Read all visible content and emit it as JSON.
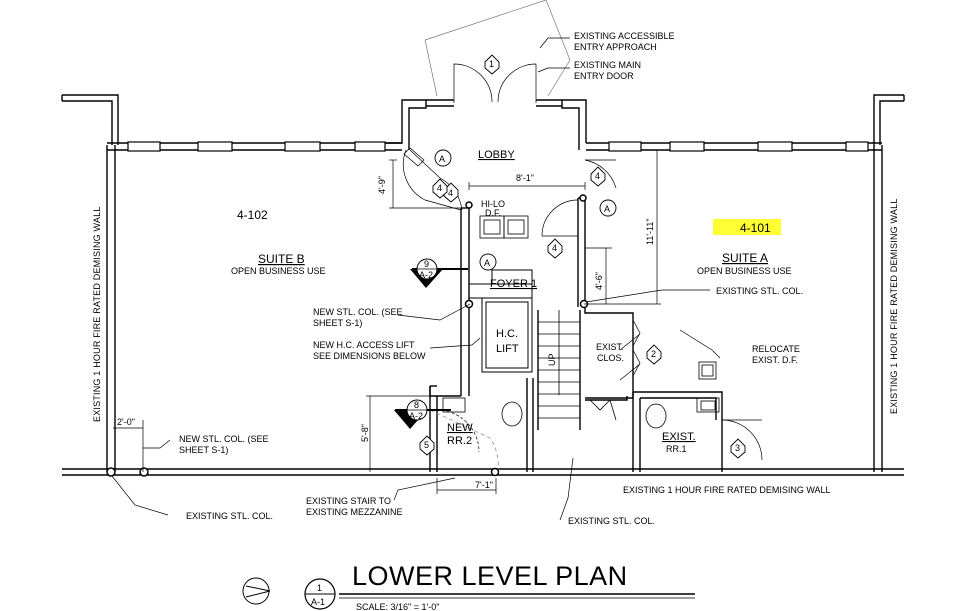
{
  "sheet": {
    "title": "LOWER LEVEL PLAN",
    "title_ref_number": "1",
    "title_ref_sheet": "A-1",
    "scale_text": "SCALE: 3/16\" = 1'-0\""
  },
  "rooms": {
    "suite_b_number": "4-102",
    "suite_b_name": "SUITE B",
    "suite_b_use": "OPEN BUSINESS USE",
    "suite_a_number": "4-101",
    "suite_a_name": "SUITE A",
    "suite_a_use": "OPEN BUSINESS USE",
    "lobby": "LOBBY",
    "foyer": "FOYER 1",
    "lift": [
      "H.C.",
      "LIFT"
    ],
    "closet": [
      "EXIST.",
      "CLOS."
    ],
    "rr1": [
      "EXIST.",
      "RR.1"
    ],
    "rr2": [
      "NEW",
      "RR.2"
    ],
    "hilo_df": [
      "HI-LO",
      "D.F."
    ],
    "stair_up": "UP"
  },
  "notes": {
    "entry_approach": [
      "EXISTING ACCESSIBLE",
      "ENTRY APPROACH"
    ],
    "entry_door": [
      "EXISTING MAIN",
      "ENTRY DOOR"
    ],
    "stl_col_right": "EXISTING STL. COL.",
    "relocate_df": [
      "RELOCATE",
      "EXIST. D.F."
    ],
    "new_col_mid": [
      "NEW STL. COL. (SEE",
      "SHEET S-1)"
    ],
    "new_lift": [
      "NEW H.C. ACCESS LIFT",
      "SEE DIMENSIONS BELOW"
    ],
    "new_col_left": [
      "NEW STL. COL. (SEE",
      "SHEET S-1)"
    ],
    "existing_col_left": "EXISTING STL. COL.",
    "existing_stair": [
      "EXISTING STAIR TO",
      "EXISTING MEZZANINE"
    ],
    "existing_col_bottom": "EXISTING STL. COL.",
    "demising_wall_bottom": "EXISTING 1 HOUR FIRE RATED DEMISING WALL",
    "demising_wall_left": "EXISTING 1 HOUR FIRE RATED DEMISING WALL",
    "demising_wall_right": "EXISTING 1 HOUR FIRE RATED DEMISING WALL"
  },
  "dimensions": {
    "lobby_width": "8'-1\"",
    "lobby_depth": "4'-9\"",
    "suite_a_depth": "11'-11\"",
    "foyer_depth": "4'-6\"",
    "rr2_depth": "5'-8\"",
    "left_offset": "2'-0\"",
    "rr2_width": "7'-1\""
  },
  "door_tags": [
    "1",
    "4",
    "4",
    "4",
    "4",
    "2",
    "5",
    "3"
  ],
  "wall_tags": [
    "A",
    "A",
    "A"
  ],
  "section_markers": [
    {
      "number": "9",
      "sheet": "A-2"
    },
    {
      "number": "8",
      "sheet": "A-2"
    }
  ],
  "highlight_color": "#ffff33"
}
